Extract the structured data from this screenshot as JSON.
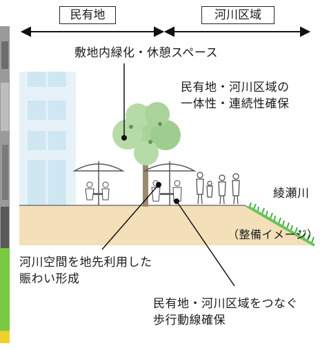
{
  "zones": {
    "private_land": "民有地",
    "river_area": "河川区域"
  },
  "labels": {
    "greening": "敷地内緑化・休憩スペース",
    "unity_line1": "民有地・河川区域の",
    "unity_line2": "一体性・連続性確保",
    "river_name": "綾瀬川",
    "image_note": "（整備イメージ）",
    "river_use_line1": "河川空間を地先利用した",
    "river_use_line2": "賑わい形成",
    "walk_line1": "民有地・河川区域をつなぐ",
    "walk_line2": "歩行動線確保"
  },
  "colors": {
    "ground": "#f3dfb8",
    "tree": "#a9d39a",
    "tree_dark": "#5f9a55",
    "building": "#e3f1f8",
    "window": "#ffffff",
    "grass": "#3db33a",
    "photo_green": "#7ac943"
  }
}
